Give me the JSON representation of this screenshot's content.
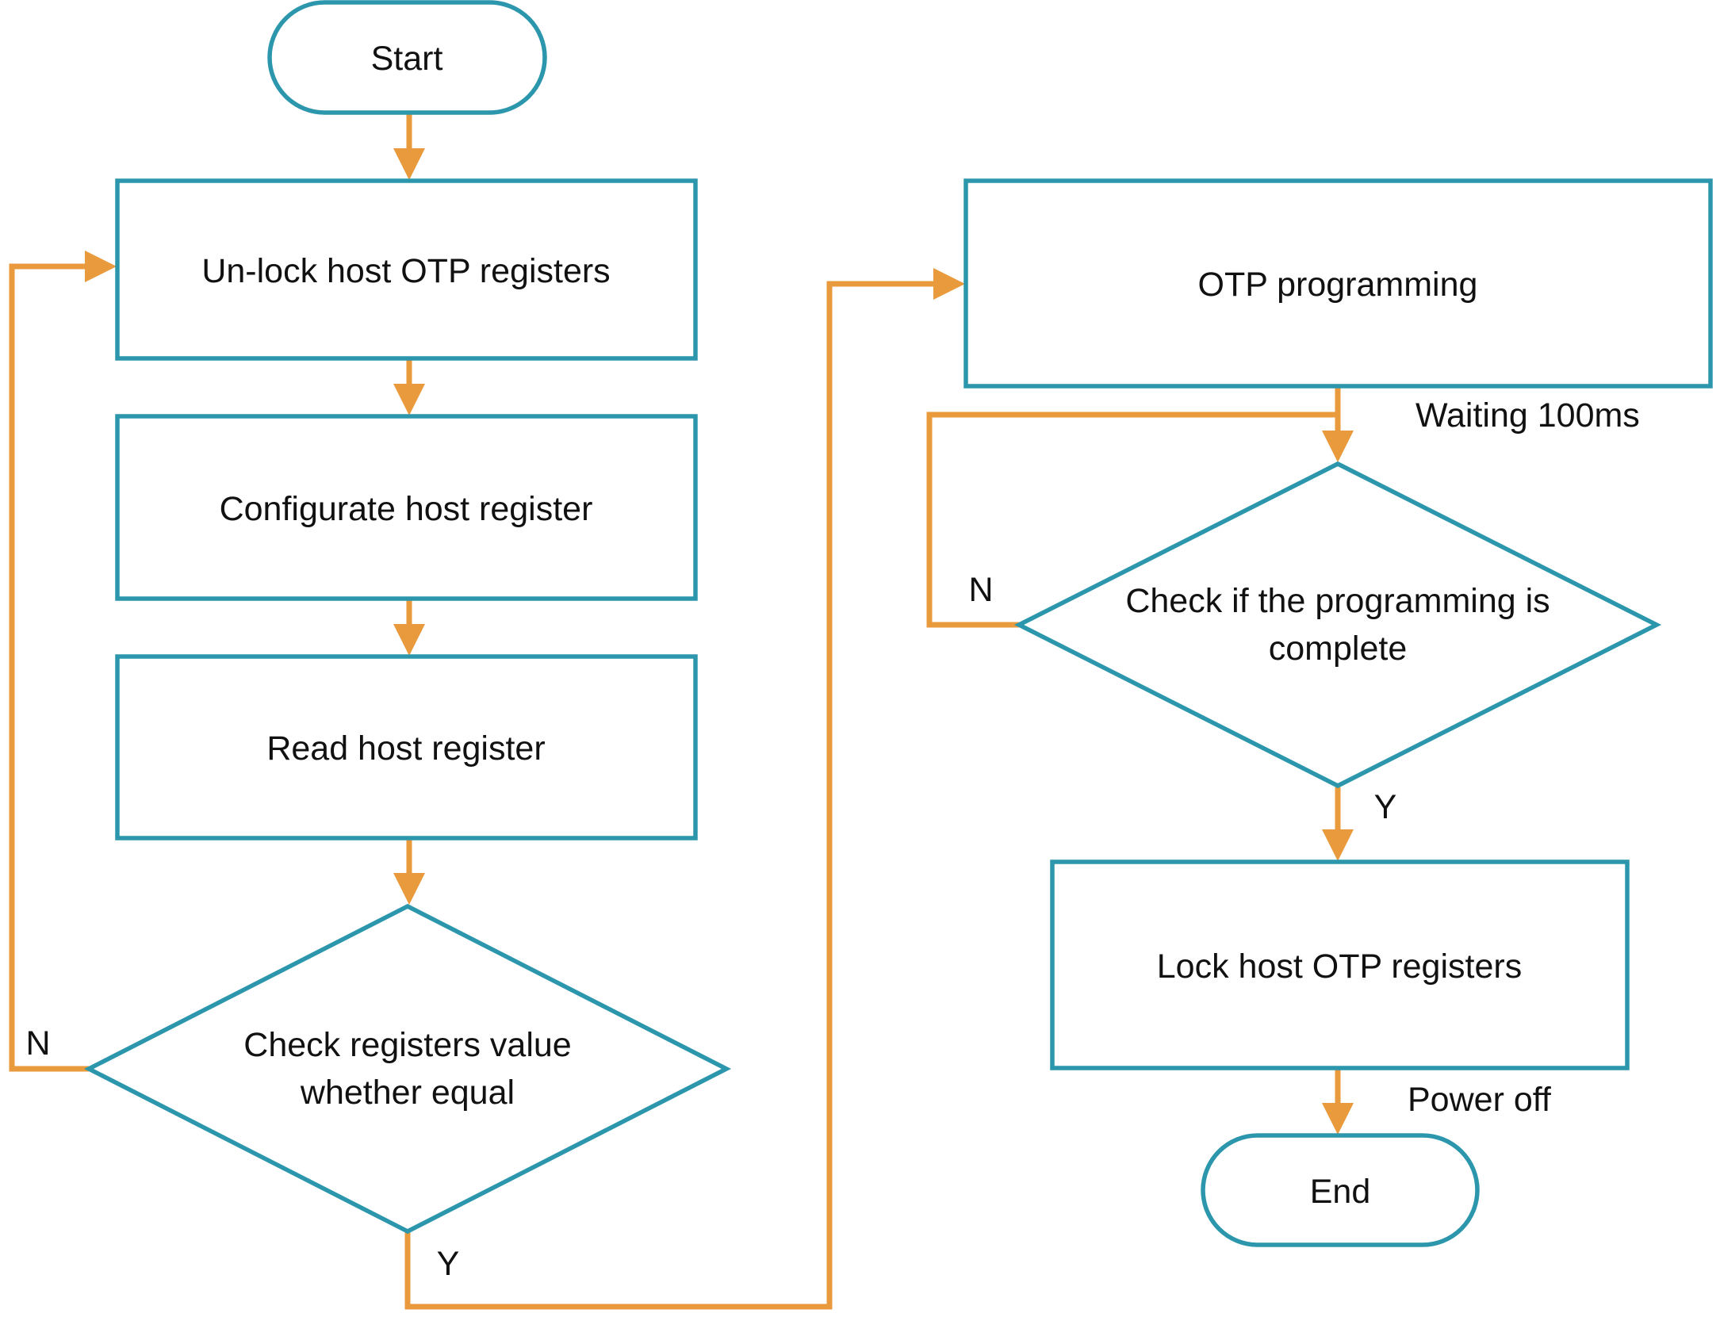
{
  "diagram": {
    "type": "flowchart",
    "colors": {
      "shape_stroke": "#2B96AC",
      "connector": "#E99A3D",
      "text": "#111111",
      "background": "#FFFFFF"
    },
    "nodes": {
      "start": {
        "shape": "stadium",
        "label": "Start"
      },
      "unlock": {
        "shape": "process",
        "label": "Un-lock host OTP registers"
      },
      "configurate": {
        "shape": "process",
        "label": "Configurate host register"
      },
      "read": {
        "shape": "process",
        "label": "Read host register"
      },
      "check_registers": {
        "shape": "decision",
        "label_line1": "Check registers value",
        "label_line2": "whether equal"
      },
      "otp_programming": {
        "shape": "process",
        "label": "OTP programming"
      },
      "check_complete": {
        "shape": "decision",
        "label_line1": "Check if the programming is",
        "label_line2": "complete"
      },
      "lock": {
        "shape": "process",
        "label": "Lock host OTP registers"
      },
      "end": {
        "shape": "stadium",
        "label": "End"
      }
    },
    "edge_labels": {
      "check_registers_no": "N",
      "check_registers_yes": "Y",
      "check_complete_no": "N",
      "check_complete_yes": "Y",
      "waiting": "Waiting 100ms",
      "power_off": "Power off"
    }
  }
}
